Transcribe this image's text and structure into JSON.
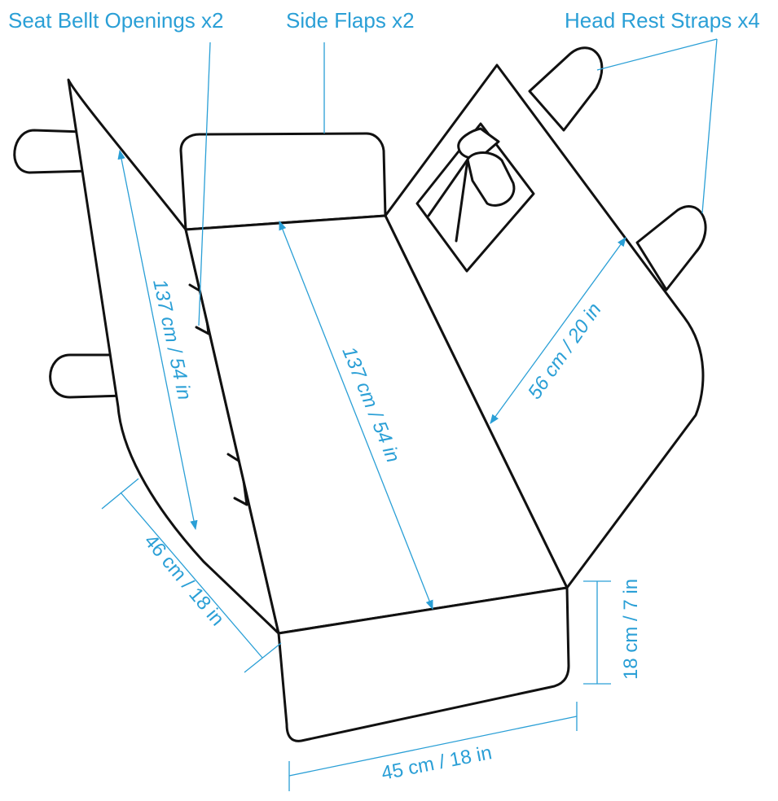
{
  "callouts": {
    "seat_belt_openings": "Seat Bellt Openings x2",
    "side_flaps": "Side Flaps x2",
    "head_rest_straps": "Head Rest Straps x4"
  },
  "dimensions": {
    "left_flap_length": "137 cm / 54 in",
    "center_length": "137 cm / 54 in",
    "back_width": "56 cm / 20 in",
    "side_depth": "46 cm / 18 in",
    "front_flap_height": "18 cm / 7 in",
    "front_flap_width": "45 cm / 18 in"
  },
  "colors": {
    "accent": "#2a9fd6",
    "outline": "#111111"
  }
}
